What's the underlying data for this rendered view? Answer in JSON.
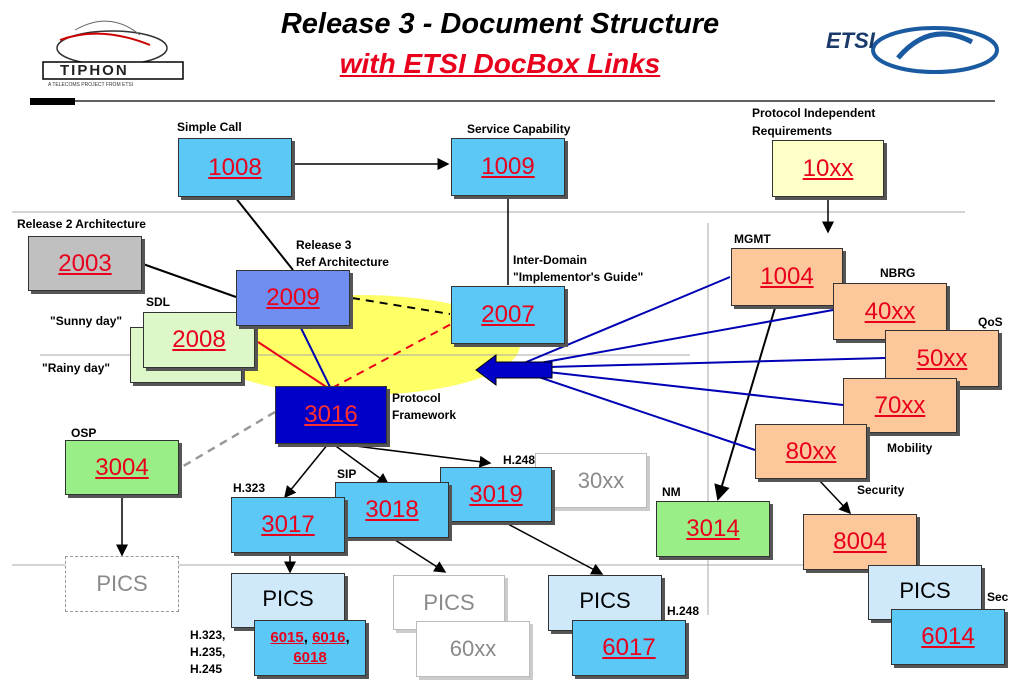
{
  "title": "Release 3 - Document Structure",
  "subtitle": "with ETSI DocBox Links",
  "logos": {
    "left": "TIPHON",
    "left_tag": "A TELECOMS PROJECT FROM ETSI",
    "right": "ETSI"
  },
  "colors": {
    "link_blue": "#0000b4",
    "red": "#e8001c",
    "highlight": "#ffff66"
  },
  "labels": {
    "simple_call": "Simple Call",
    "service_capability": "Service Capability",
    "protocol_independent": "Protocol Independent",
    "requirements": "Requirements",
    "release2_arch": "Release 2 Architecture",
    "mgmt": "MGMT",
    "release3": "Release 3",
    "ref_arch": "Ref Architecture",
    "inter_domain": "Inter-Domain",
    "implementors_guide": "\"Implementor's Guide\"",
    "nbrg": "NBRG",
    "sdl": "SDL",
    "sunny": "\"Sunny day\"",
    "rainy": "\"Rainy day\"",
    "qos": "QoS",
    "protocol": "Protocol",
    "framework": "Framework",
    "mobility": "Mobility",
    "osp": "OSP",
    "h248_top": "H.248",
    "security": "Security",
    "h323": "H.323",
    "sip": "SIP",
    "nm": "NM",
    "h248_bottom": "H.248",
    "sec": "Sec",
    "h323_235_245_a": "H.323,",
    "h323_235_245_b": "H.235,",
    "h323_235_245_c": "H.245"
  },
  "boxes": {
    "b1008": "1008",
    "b1009": "1009",
    "b10xx": "10xx",
    "b2003": "2003",
    "b1004": "1004",
    "b2009": "2009",
    "b2007": "2007",
    "b40xx": "40xx",
    "b2008": "2008",
    "b50xx": "50xx",
    "b3016": "3016",
    "b70xx": "70xx",
    "b80xx": "80xx",
    "b3004": "3004",
    "b30xx": "30xx",
    "b3019": "3019",
    "b3018": "3018",
    "b3017": "3017",
    "b3014": "3014",
    "b8004": "8004",
    "pics_osp": "PICS",
    "pics_h323": "PICS",
    "pics_sip": "PICS",
    "b60xx": "60xx",
    "pics_h248": "PICS",
    "b6017": "6017",
    "pics_sec": "PICS",
    "b6014": "6014",
    "b6015": "6015",
    "b6016": "6016",
    "b6018": "6018",
    "sep1": ",",
    "sep2": ","
  }
}
